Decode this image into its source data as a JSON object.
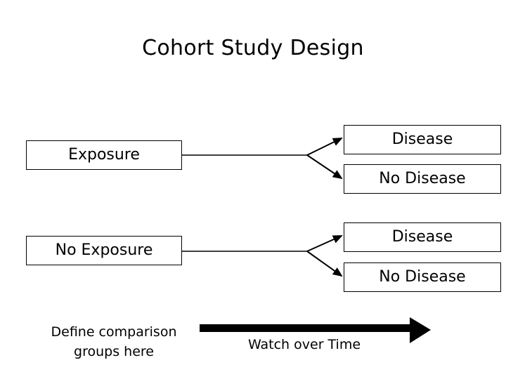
{
  "slide": {
    "title": "Cohort Study Design",
    "background_color": "#ffffff",
    "line_color": "#000000",
    "text_color": "#000000"
  },
  "diagram": {
    "type": "flowchart",
    "groups": [
      {
        "exposure_label": "Exposure",
        "outcomes": [
          "Disease",
          "No Disease"
        ]
      },
      {
        "exposure_label": "No Exposure",
        "outcomes": [
          "Disease",
          "No Disease"
        ]
      }
    ],
    "boxes": {
      "exposure": "Exposure",
      "no_exposure": "No Exposure",
      "disease_1": "Disease",
      "no_disease_1": "No Disease",
      "disease_2": "Disease",
      "no_disease_2": "No Disease"
    }
  },
  "captions": {
    "define_groups_line1": "Define comparison",
    "define_groups_line2": "groups here",
    "watch_over_time": "Watch over Time"
  },
  "timeline_arrow": {
    "direction": "right",
    "color": "#000000"
  }
}
